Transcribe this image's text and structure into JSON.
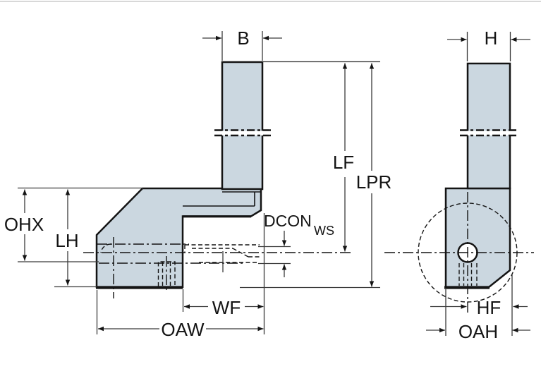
{
  "drawing": {
    "description": "Technical dimension drawing of a cutting tool holder, front view and side view"
  },
  "labels": {
    "b": "B",
    "h": "H",
    "lf": "LF",
    "lpr": "LPR",
    "ohx": "OHX",
    "lh": "LH",
    "dcon": "DCON",
    "ws": "WS",
    "wf": "WF",
    "oaw": "OAW",
    "hf": "HF",
    "oah": "OAH"
  },
  "colors": {
    "body_fill": "#cbd7e0",
    "line": "#141414",
    "dim": "#3a3a3a",
    "background": "#ffffff",
    "rule": "#d8d8d8"
  }
}
